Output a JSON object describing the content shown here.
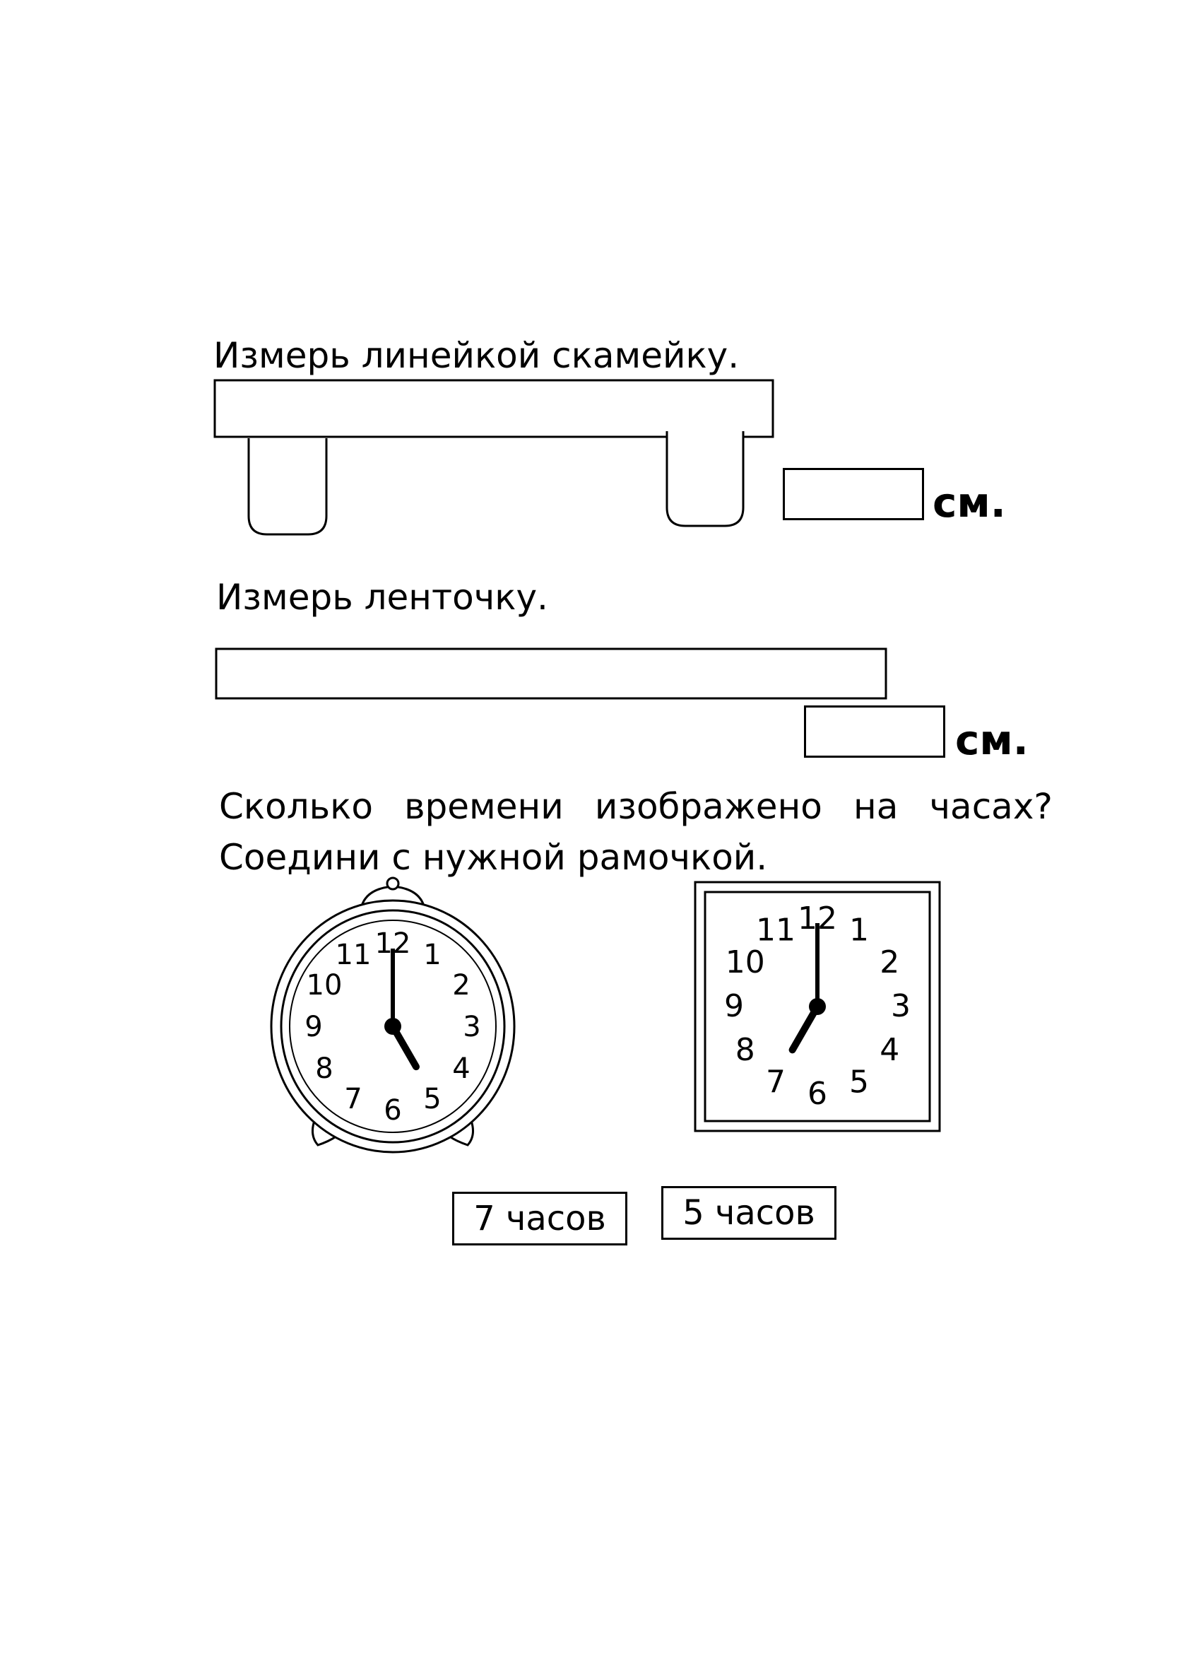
{
  "task1": {
    "instruction": "Измерь линейкой скамейку.",
    "unit": "см."
  },
  "task2": {
    "instruction": "Измерь ленточку.",
    "unit": "см."
  },
  "task3": {
    "question_words": [
      "Сколько",
      "времени",
      "изображено",
      "на",
      "часах?"
    ],
    "instruction": "Соедини с нужной рамочкой.",
    "clocks": [
      {
        "type": "alarm-clock",
        "numerals": [
          "12",
          "1",
          "2",
          "3",
          "4",
          "5",
          "6",
          "7",
          "8",
          "9",
          "10",
          "11"
        ],
        "shown_hour": 5
      },
      {
        "type": "wall-clock",
        "numerals": [
          "12",
          "1",
          "2",
          "3",
          "4",
          "5",
          "6",
          "7",
          "8",
          "9",
          "10",
          "11"
        ],
        "shown_hour": 7
      }
    ],
    "options": [
      "7 часов",
      "5 часов"
    ]
  }
}
